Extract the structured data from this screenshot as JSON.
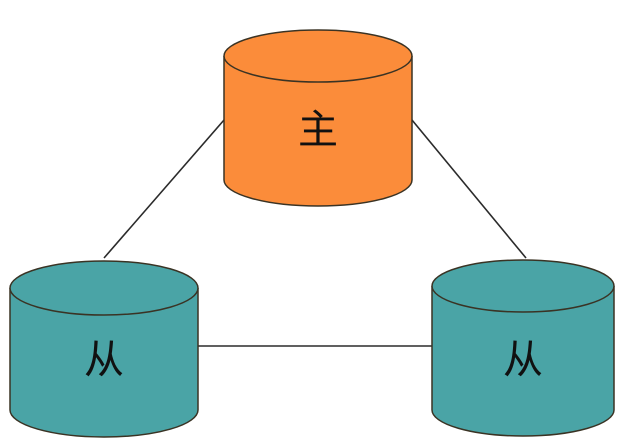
{
  "nodes": [
    {
      "id": "master",
      "label": "主",
      "color": "#FB8C3A",
      "shade": "#E67A2B"
    },
    {
      "id": "slave-left",
      "label": "从",
      "color": "#4AA4A6",
      "shade": "#3E8F92"
    },
    {
      "id": "slave-right",
      "label": "从",
      "color": "#4AA4A6",
      "shade": "#3E8F92"
    }
  ],
  "edge_color": "#2b2b2b",
  "outline_color": "#3a3324"
}
